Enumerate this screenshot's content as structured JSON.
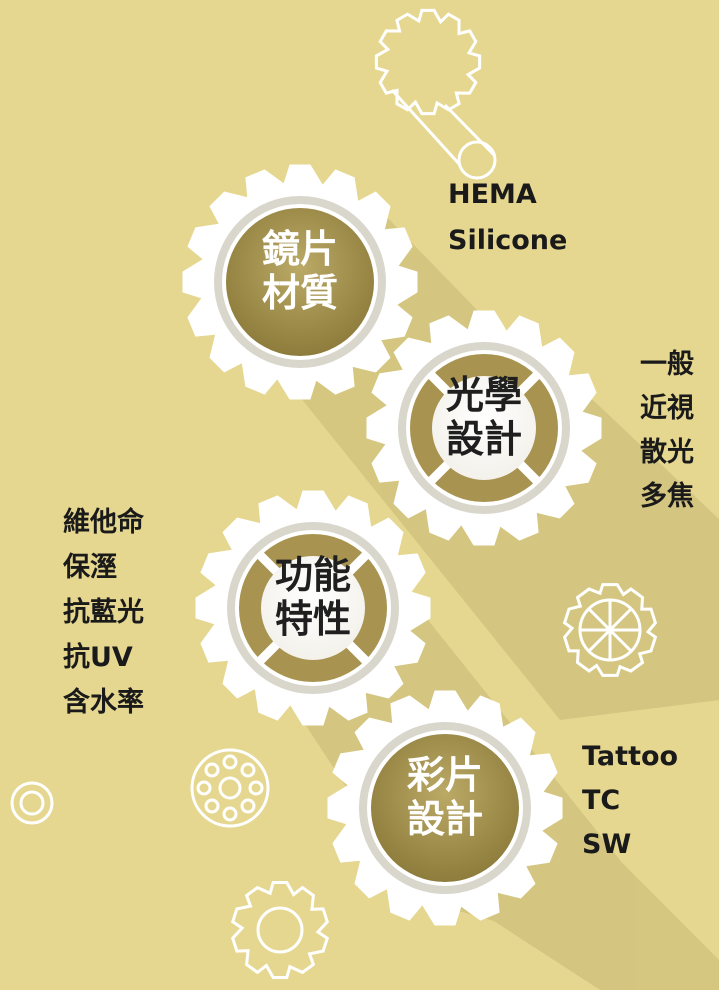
{
  "gears": [
    {
      "id": "material",
      "lines": [
        "鏡片",
        "材質"
      ]
    },
    {
      "id": "optical",
      "lines": [
        "光學",
        "設計"
      ]
    },
    {
      "id": "function",
      "lines": [
        "功能",
        "特性"
      ]
    },
    {
      "id": "tint",
      "lines": [
        "彩片",
        "設計"
      ]
    }
  ],
  "labels": {
    "material": [
      "HEMA",
      "Silicone"
    ],
    "optical": [
      "一般",
      "近視",
      "散光",
      "多焦"
    ],
    "function": [
      "維他命",
      "保溼",
      "抗藍光",
      "抗UV",
      "含水率"
    ],
    "tint": [
      "Tattoo",
      "TC",
      "SW"
    ]
  },
  "colors": {
    "background": "#e6d790",
    "gear_white": "#ffffff",
    "gear_gold": "#a89450",
    "shadow": "#d0c27c",
    "text_dark": "#1a1a1a"
  },
  "decorative_icons": [
    "gear-outline-icon",
    "ring-icon",
    "bearing-icon",
    "wheel-icon"
  ]
}
